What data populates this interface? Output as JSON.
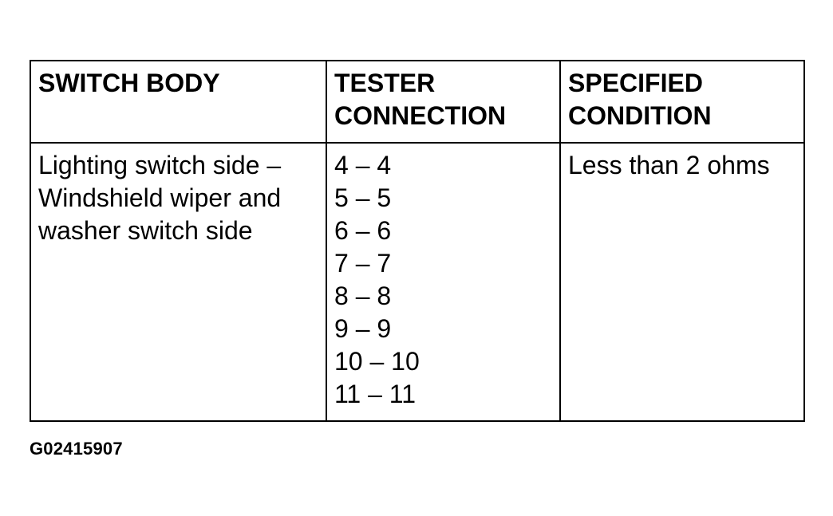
{
  "table": {
    "headers": [
      [
        "SWITCH BODY"
      ],
      [
        "TESTER",
        "CONNECTION"
      ],
      [
        "SPECIFIED",
        "CONDITION"
      ]
    ],
    "row": {
      "switch_body": [
        "Lighting switch side –",
        "Windshield wiper and",
        "washer switch side"
      ],
      "tester_connection": [
        "4 – 4",
        "5 – 5",
        "6 – 6",
        "7 – 7",
        "8 – 8",
        "9 – 9",
        "10 – 10",
        "11 – 11"
      ],
      "specified_condition": [
        "Less than 2 ohms"
      ]
    }
  },
  "figure_id": "G02415907"
}
